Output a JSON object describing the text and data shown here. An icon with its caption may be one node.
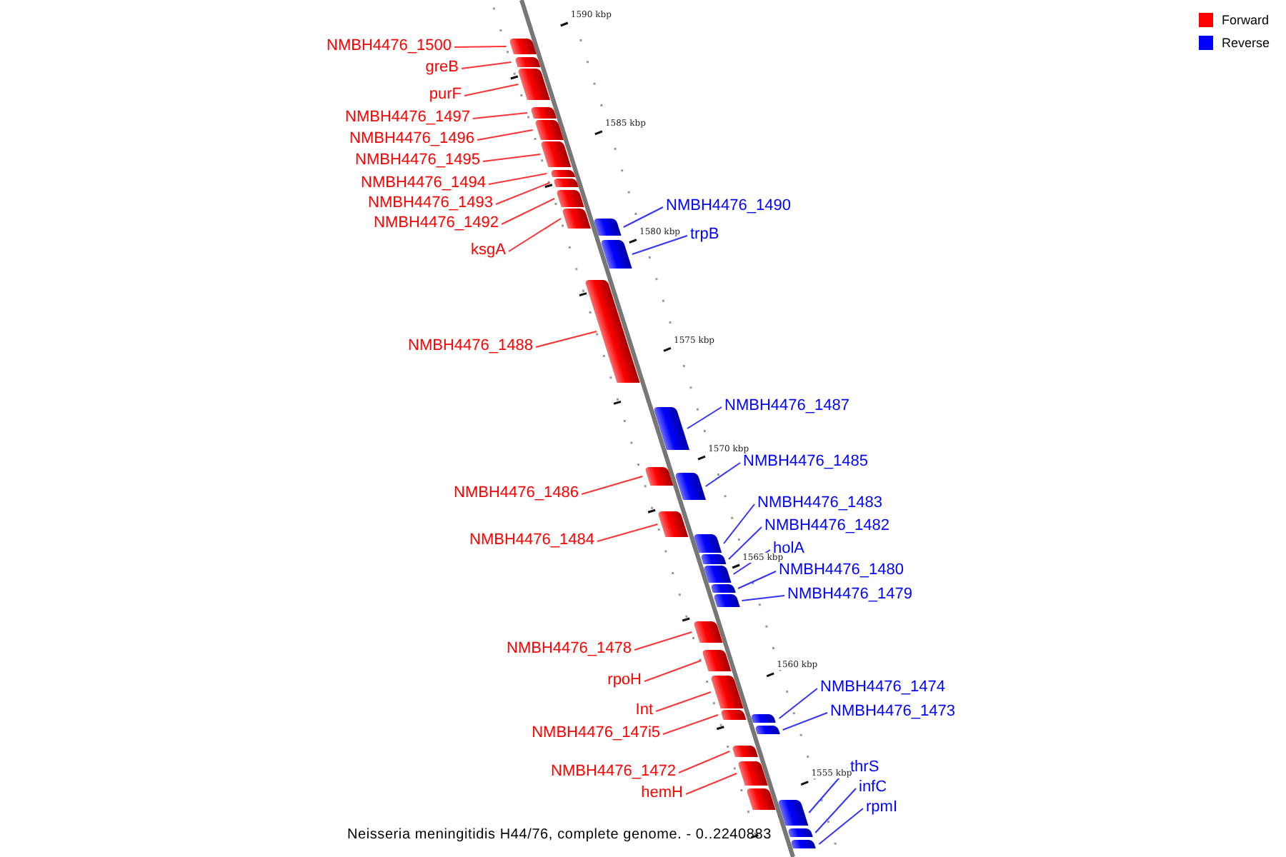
{
  "diagram": {
    "caption": "Neisseria meningitidis H44/76, complete genome. - 0..2240883",
    "nodes": [
      {
        "text": [
          "NMBH4476_1500"
        ]
      },
      {
        "text": [],
        "shape": "bar"
      },
      {
        "text": [
          "greB"
        ]
      },
      {
        "text": [],
        "shape": "bar"
      },
      {
        "text": [
          "purF"
        ]
      },
      {
        "text": [],
        "shape": "bar"
      },
      {
        "text": [
          "NMBH4476_1497"
        ]
      },
      {
        "text": [],
        "shape": "bar"
      },
      {
        "text": [
          "NMBH4476_1496"
        ]
      },
      {
        "text": [],
        "shape": "bar"
      },
      {
        "text": [
          "NMBH4476_1495"
        ]
      },
      {
        "text": [],
        "shape": "bar"
      },
      {
        "text": [
          "NMBH4476_1494"
        ]
      },
      {
        "text": [],
        "shape": "bar"
      },
      {
        "text": [
          "NMBH4476_1493"
        ]
      },
      {
        "text": [],
        "shape": "bar"
      },
      {
        "text": [
          "NMBH4476_1490"
        ]
      },
      {
        "text": [],
        "shape": "bar"
      },
      {
        "text": [
          "NMBH4476_1492"
        ]
      },
      {
        "text": [],
        "shape": "bar"
      },
      {
        "text": [
          "trpB"
        ]
      },
      {
        "text": [],
        "shape": "bar"
      },
      {
        "text": [
          "ksgA"
        ]
      },
      {
        "text": [],
        "shape": "bar"
      },
      {
        "text": [
          "NMBH4476_1488"
        ]
      },
      {
        "text": [],
        "shape": "bar"
      },
      {
        "text": [
          "NMBH4476_1487"
        ]
      },
      {
        "text": [],
        "shape": "bar"
      },
      {
        "text": [
          "NMBH4476_1485"
        ]
      },
      {
        "text": [],
        "shape": "bar"
      },
      {
        "text": [
          "NMBH4476_1486"
        ]
      },
      {
        "text": [],
        "shape": "bar"
      },
      {
        "text": [
          "NMBH4476_1483"
        ]
      },
      {
        "text": [],
        "shape": "bar"
      },
      {
        "text": [
          "NMBH4476_1482"
        ]
      },
      {
        "text": [],
        "shape": "bar"
      },
      {
        "text": [
          "NMBH4476_1484"
        ]
      },
      {
        "text": [],
        "shape": "bar"
      },
      {
        "text": [
          "holA"
        ]
      },
      {
        "text": [],
        "shape": "bar"
      },
      {
        "text": [
          "NMBH4476_1480"
        ]
      },
      {
        "text": [],
        "shape": "bar"
      },
      {
        "text": [
          "NMBH4476_1479"
        ]
      },
      {
        "text": [],
        "shape": "bar"
      },
      {
        "text": [
          "NMBH4476_1478"
        ]
      },
      {
        "text": [],
        "shape": "bar"
      },
      {
        "text": [
          "rpoH"
        ]
      },
      {
        "text": [],
        "shape": "bar"
      },
      {
        "text": [
          "NMBH4476_1474"
        ]
      },
      {
        "text": [],
        "shape": "bar"
      },
      {
        "text": [
          "Int"
        ]
      },
      {
        "text": [],
        "shape": "bar"
      },
      {
        "text": [
          "NMBH4476_1473"
        ]
      },
      {
        "text": [],
        "shape": "bar"
      },
      {
        "text": [
          "NMBH4476_147i5"
        ]
      },
      {
        "text": [],
        "shape": "bar"
      },
      {
        "text": [
          "thrS"
        ]
      },
      {
        "text": [],
        "shape": "bar"
      },
      {
        "text": [
          "NMBH4476_1472"
        ]
      },
      {
        "text": [],
        "shape": "bar"
      },
      {
        "text": [
          "infC"
        ]
      },
      {
        "text": [],
        "shape": "bar"
      },
      {
        "text": [
          "hemH"
        ]
      },
      {
        "text": [],
        "shape": "bar"
      },
      {
        "text": [
          "rpmI"
        ]
      },
      {
        "text": [],
        "shape": "bar"
      },
      {
        "text": [],
        "shape": "bar"
      }
    ],
    "edges": [
      {
        "from": 0,
        "to": 1,
        "arrow": "none"
      },
      {
        "from": 2,
        "to": 3,
        "arrow": "none"
      },
      {
        "from": 4,
        "to": 5,
        "arrow": "none"
      },
      {
        "from": 6,
        "to": 7,
        "arrow": "none"
      },
      {
        "from": 8,
        "to": 9,
        "arrow": "none"
      },
      {
        "from": 10,
        "to": 11,
        "arrow": "none"
      },
      {
        "from": 12,
        "to": 13,
        "arrow": "none"
      },
      {
        "from": 14,
        "to": 15,
        "arrow": "none"
      },
      {
        "from": 16,
        "to": 17,
        "arrow": "none",
        "color": "#3333ff"
      },
      {
        "from": 18,
        "to": 19,
        "arrow": "none"
      },
      {
        "from": 20,
        "to": 21,
        "arrow": "none",
        "color": "#3333ff"
      },
      {
        "from": 22,
        "to": 23,
        "arrow": "none"
      },
      {
        "from": 24,
        "to": 25,
        "arrow": "none"
      },
      {
        "from": 26,
        "to": 27,
        "arrow": "none",
        "color": "#3333ff"
      },
      {
        "from": 28,
        "to": 29,
        "arrow": "none",
        "color": "#3333ff"
      },
      {
        "from": 30,
        "to": 31,
        "arrow": "none"
      },
      {
        "from": 32,
        "to": 33,
        "arrow": "none",
        "color": "#3333ff"
      },
      {
        "from": 34,
        "to": 35,
        "arrow": "none",
        "color": "#3333ff"
      },
      {
        "from": 36,
        "to": 37,
        "arrow": "none"
      },
      {
        "from": 38,
        "to": 39,
        "arrow": "none",
        "color": "#3333ff"
      },
      {
        "from": 40,
        "to": 41,
        "arrow": "none",
        "color": "#3333ff"
      },
      {
        "from": 42,
        "to": 43,
        "arrow": "none",
        "color": "#3333ff"
      },
      {
        "from": 44,
        "to": 45,
        "arrow": "none"
      },
      {
        "from": 46,
        "to": 47,
        "arrow": "none"
      },
      {
        "from": 48,
        "to": 49,
        "arrow": "none",
        "color": "#3333ff"
      },
      {
        "from": 50,
        "to": 51,
        "arrow": "none"
      },
      {
        "from": 52,
        "to": 53,
        "arrow": "none",
        "color": "#3333ff"
      },
      {
        "from": 54,
        "to": 55,
        "arrow": "none"
      },
      {
        "from": 56,
        "to": 57,
        "arrow": "none",
        "color": "#3333ff"
      },
      {
        "from": 58,
        "to": 59,
        "arrow": "none"
      },
      {
        "from": 60,
        "to": 61,
        "arrow": "none",
        "color": "#3333ff"
      },
      {
        "from": 62,
        "to": 63,
        "arrow": "none"
      },
      {
        "from": 64,
        "to": 65,
        "arrow": "none",
        "color": "#3333ff"
      }
    ],
    "labels": [
      "1590 kbp",
      "1585 kbp",
      "1580 kbp",
      "1575 kbp",
      "1570 kbp",
      "1565 kbp",
      "1560 kbp",
      "1555 kbp"
    ],
    "legend": [
      {
        "text": "Forward",
        "color": "#ff0000"
      },
      {
        "text": "Reverse",
        "color": "#0000ff"
      }
    ]
  }
}
